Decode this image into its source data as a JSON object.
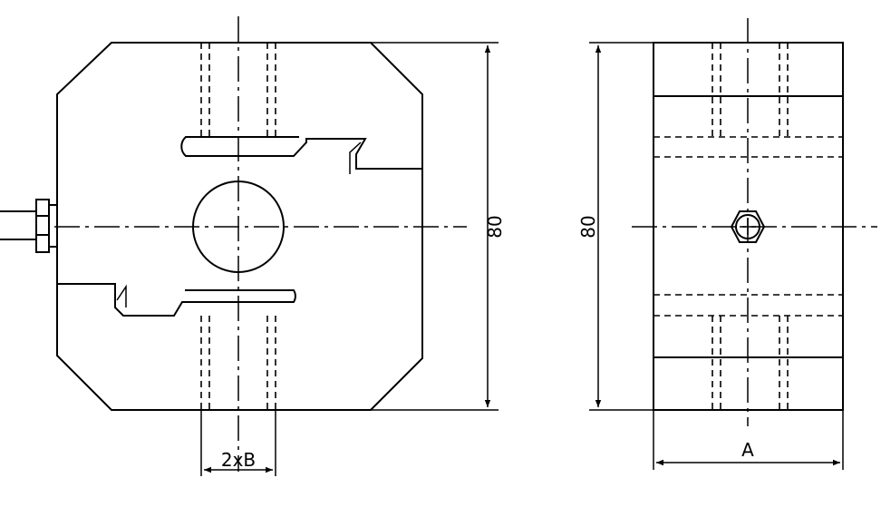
{
  "drawing": {
    "front_view": {
      "height_dimension": "80",
      "width_dimension": "2xB"
    },
    "side_view": {
      "height_dimension": "80",
      "width_dimension": "A"
    }
  }
}
